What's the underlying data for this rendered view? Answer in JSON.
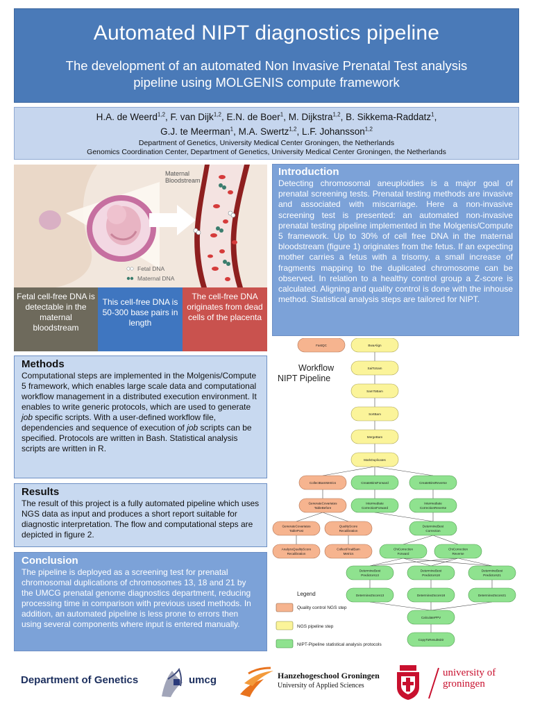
{
  "header": {
    "title": "Automated NIPT diagnostics pipeline",
    "subtitle": "The development of an automated Non Invasive Prenatal Test analysis pipeline using MOLGENIS compute framework"
  },
  "authors": {
    "list": [
      {
        "name": "H.A. de Weerd",
        "aff": "1,2",
        "sep": ", "
      },
      {
        "name": "F. van Dijk",
        "aff": "1,2",
        "sep": ", "
      },
      {
        "name": "E.N. de Boer",
        "aff": "1",
        "sep": ", "
      },
      {
        "name": "M. Dijkstra",
        "aff": "1,2",
        "sep": ", "
      },
      {
        "name": "B. Sikkema-Raddatz",
        "aff": "1",
        "sep": ", "
      },
      {
        "name": "G.J. te Meerman",
        "aff": "1",
        "sep": ", "
      },
      {
        "name": "M.A. Swertz",
        "aff": "1,2",
        "sep": ", "
      },
      {
        "name": "L.F. Johansson",
        "aff": "1,2",
        "sep": ""
      }
    ],
    "affiliation_1": "Department of Genetics, University Medical Center Groningen, the Netherlands",
    "affiliation_2": "Genomics Coordination Center, Department of Genetics, University Medical Center Groningen, the Netherlands"
  },
  "illustration": {
    "maternal_label": "Maternal Bloodstream",
    "legend_fetal": "Fetal DNA",
    "legend_maternal": "Maternal DNA"
  },
  "captions": {
    "c1": "Fetal cell-free DNA is detectable in the maternal bloodstream",
    "c2": "This cell-free DNA is 50-300 base pairs in length",
    "c3": "The cell-free DNA originates from dead cells of the placenta"
  },
  "introduction": {
    "heading": "Introduction",
    "body": "Detecting chromosomal aneuploidies is a major goal of prenatal screening tests. Prenatal testing methods are invasive and associated with miscarriage. Here a non-invasive screening test is presented: an automated non-invasive prenatal testing pipeline implemented in the Molgenis/Compute 5 framework. Up to 30% of cell free DNA in the maternal bloodstream (figure 1) originates from the fetus. If an expecting mother carries a fetus with a trisomy, a small increase of fragments mapping to the duplicated chromosome can be observed. In relation to a healthy control group a Z-score is calculated. Aligning and quality control is done with the inhouse method. Statistical analysis steps are tailored for NIPT."
  },
  "methods": {
    "heading": "Methods",
    "body_1": "Computational steps are implemented in the Molgenis/Compute 5 framework, which enables large scale data and computational workflow management in a distributed execution environment. It enables to write generic protocols, which are used to generate ",
    "em_1": "job",
    "body_2": " specific scripts. With a user-defined workflow file, dependencies and sequence of execution of ",
    "em_2": "job",
    "body_3": " scripts can be specified. Protocols are written in Bash. Statistical analysis scripts are written in R."
  },
  "results": {
    "heading": "Results",
    "body": "The result of this project is a fully automated pipeline which uses NGS data as input and produces a short report suitable for diagnostic interpretation. The flow and computational steps are depicted in figure 2."
  },
  "conclusion": {
    "heading": "Conclusion",
    "body": "The pipeline is deployed as a screening test for prenatal chromosomal duplications of chromosomes 13, 18 and 21 by the UMCG prenatal genome diagnostics department, reducing processing time in comparison with previous used methods. In addition, an automated pipeline is less prone to errors then using several components where input is entered manually."
  },
  "workflow": {
    "title_line1": "Workflow",
    "title_line2": "NIPT Pipeline",
    "colors": {
      "qc": "#f6b48f",
      "ngs": "#fbf49a",
      "stat": "#8fe28f"
    },
    "nodes": {
      "fastqc": "FastQC",
      "bwaalign": "BwaAlign",
      "saitosam": "SaiToSam",
      "samtobam": "SamToBam",
      "sortbam": "SortBam",
      "mergebam": "MergeBam",
      "markduplicates": "MarkDuplicates",
      "collectbammetrics": "CollectBamMetrics",
      "createbinsforward": "CreateBinsForward",
      "createbinsreverse": "CreateBinsReverse",
      "generatecovariatestablebefore": "GenerateCovariates TableBefore",
      "intermediatecorrectionforward": "Intermediate CorrectionForward",
      "intermediatecorrectionreverse": "Intermediate CorrectionReverse",
      "generatecovariatestablepost": "GenerateCovariates TablePost",
      "qualityscorerecalibration": "QualityScore Recalibration",
      "determinebestcorrection": "DetermineBest Correction",
      "analyzequalityscorerecalibration": "AnalyzeQualityScore Recalibration",
      "collectfinalbammetrics": "CollectFinalBam Metrics",
      "chicorrectionforward": "ChiCorrection Forward",
      "chicorrectionreverse": "ChiCorrection Reverse",
      "determinebestpredictors13": "DetermineBest Predictors13",
      "determinebestpredictors18": "DetermineBest Predictors18",
      "determinebestpredictors21": "DetermineBest Predictors21",
      "determinezscore13": "DetermineZscore13",
      "determinezscore18": "DetermineZscore18",
      "determinezscore21": "DetermineZscore21",
      "calculateppv": "CalculatePPV",
      "copytoresultsdir": "CopyToResultsDir"
    },
    "legend": {
      "title": "Legend",
      "qc": "Quality control NGS step",
      "ngs": "NGS pipeline step",
      "stat": "NIPT-Pipeline statistical analysis protocols"
    }
  },
  "footer": {
    "department": "Department of Genetics",
    "umcg": "umcg",
    "hanze_name": "Hanzehogeschool Groningen",
    "hanze_sub": "University of Applied Sciences",
    "uni_line1": "university of",
    "uni_line2": "groningen"
  }
}
